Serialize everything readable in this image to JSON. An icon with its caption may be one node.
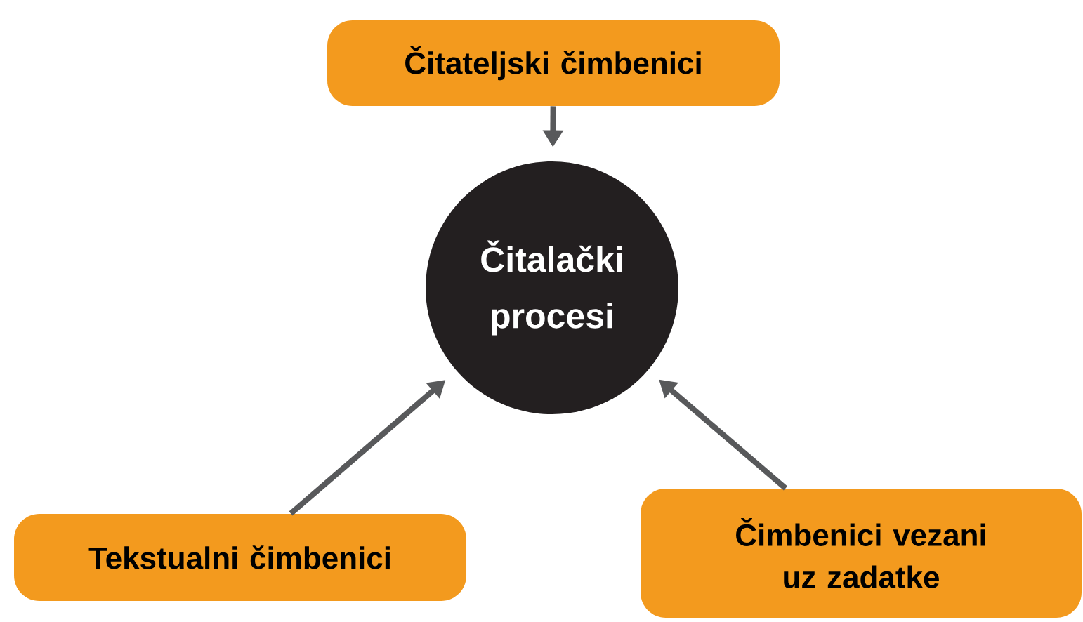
{
  "diagram": {
    "nodes": [
      {
        "text": [
          "Čitateljski čimbenici"
        ]
      },
      {
        "text": [
          "Čitalački procesi"
        ]
      },
      {
        "text": [
          "Tekstualni čimbenici"
        ]
      },
      {
        "text": [
          "Čimbenici vezani uz zadatke"
        ]
      }
    ],
    "edges": [
      {
        "from": 0,
        "to": 1,
        "arrow": "to"
      },
      {
        "from": 2,
        "to": 1,
        "arrow": "to"
      },
      {
        "from": 3,
        "to": 1,
        "arrow": "to"
      }
    ]
  }
}
